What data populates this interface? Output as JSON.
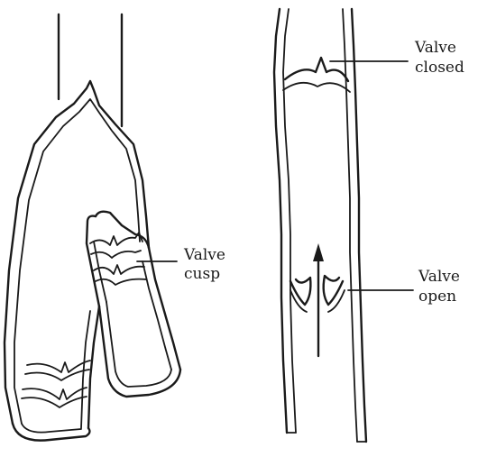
{
  "labels": {
    "valve_cusp_line1": "Valve",
    "valve_cusp_line2": "cusp",
    "valve_closed_line1": "Valve",
    "valve_closed_line2": "closed",
    "valve_open_line1": "Valve",
    "valve_open_line2": "open"
  },
  "colors": {
    "ink": "#1a1a1a",
    "background": "#ffffff"
  }
}
